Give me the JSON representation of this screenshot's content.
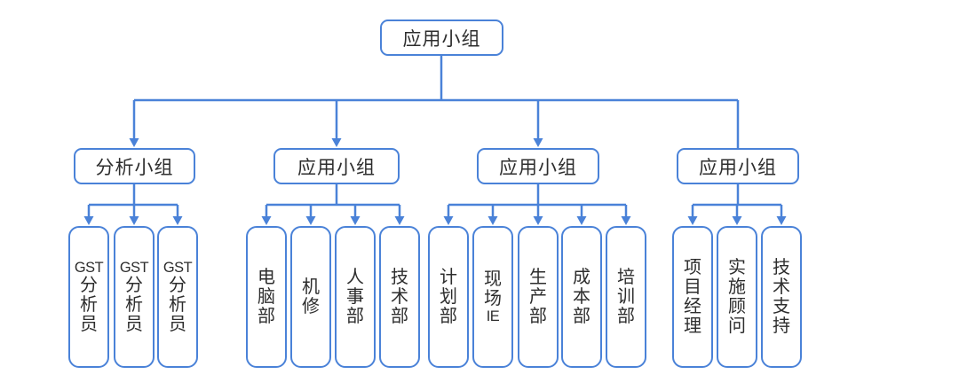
{
  "diagram": {
    "root": {
      "label": "应用小组"
    },
    "groups": [
      {
        "label": "分析小组",
        "children": [
          "GST分析员",
          "GST分析员",
          "GST分析员"
        ]
      },
      {
        "label": "应用小组",
        "children": [
          "电脑部",
          "机修",
          "人事部",
          "技术部"
        ]
      },
      {
        "label": "应用小组",
        "children": [
          "计划部",
          "现场IE",
          "生产部",
          "成本部",
          "培训部"
        ]
      },
      {
        "label": "应用小组",
        "children": [
          "项目经理",
          "实施顾问",
          "技术支持"
        ]
      }
    ]
  },
  "colors": {
    "line": "#4a82d8",
    "text": "#2d2d2d",
    "bg": "#ffffff"
  }
}
